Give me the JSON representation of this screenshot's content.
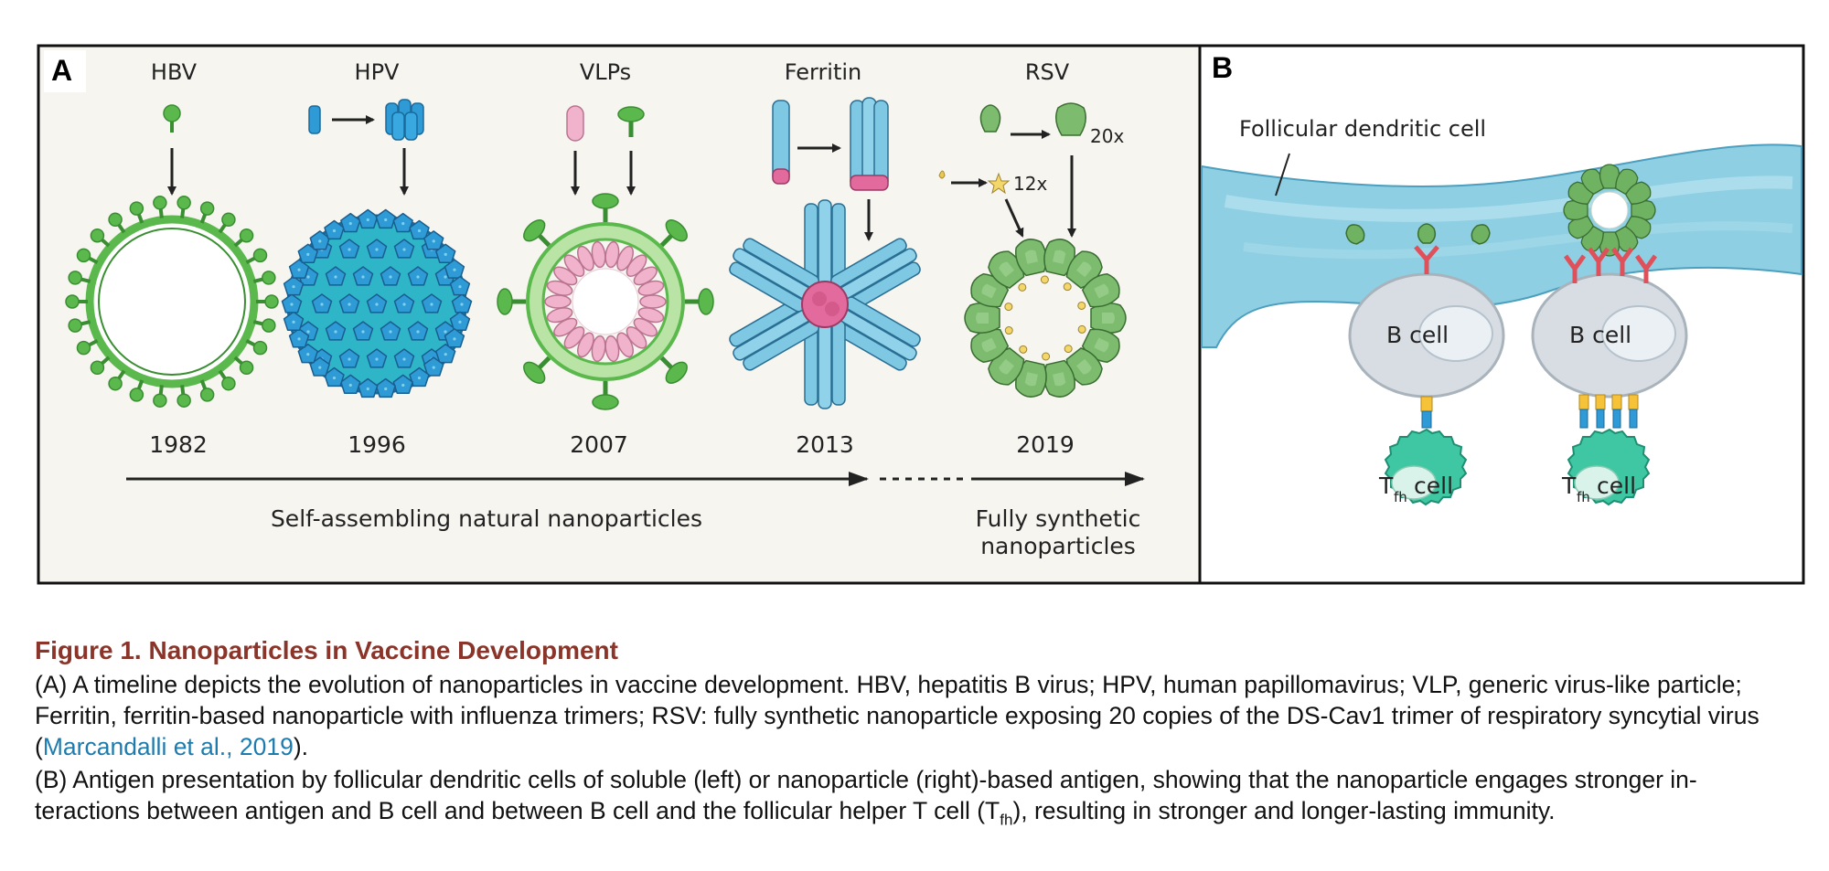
{
  "panelA": {
    "label": "A",
    "items": [
      {
        "name": "HBV",
        "year": "1982"
      },
      {
        "name": "HPV",
        "year": "1996"
      },
      {
        "name": "VLPs",
        "year": "2007"
      },
      {
        "name": "Ferritin",
        "year": "2013"
      },
      {
        "name": "RSV",
        "year": "2019"
      }
    ],
    "multiplier_20": "20x",
    "multiplier_12": "12x",
    "natural_label": "Self-assembling natural nanoparticles",
    "synthetic_label_1": "Fully synthetic",
    "synthetic_label_2": "nanoparticles"
  },
  "panelB": {
    "label": "B",
    "fdc_label": "Follicular dendritic cell",
    "bcell_label": "B cell",
    "tcell_T": "T",
    "tcell_sub": "fh",
    "tcell_word": "cell"
  },
  "caption": {
    "title": "Figure 1.  Nanoparticles in Vaccine Development",
    "a_line1": "(A) A timeline depicts the evolution of nanoparticles in vaccine development. HBV, hepatitis B virus; HPV, human papillomavirus; VLP, generic virus-like particle;",
    "a_line2": "Ferritin, ferritin-based nanoparticle with influenza trimers; RSV: fully synthetic nanoparticle exposing 20 copies of the DS-Cav1 trimer of respiratory syncytial virus",
    "a_line3_open": "(",
    "a_line3_link": "Marcandalli et al., 2019",
    "a_line3_close": ").",
    "b_line1": "(B) Antigen presentation by follicular dendritic cells of soluble (left) or nanoparticle (right)-based antigen, showing that the nanoparticle engages stronger in-",
    "b_line2_pre": "teractions between antigen and B cell and between B cell and the follicular helper T cell (T",
    "b_line2_sub": "fh",
    "b_line2_post": "), resulting in stronger and longer-lasting immunity."
  },
  "colors": {
    "panel_bg": "#F7F5F0",
    "green": "#5BB84C",
    "blue": "#2E9BD6",
    "pink": "#F1B3CB",
    "fdc_blue": "#8FCFE3",
    "bcell_gray": "#D7DDE3",
    "tcell_teal": "#3FC6A2",
    "antibody_red": "#E0505A",
    "caption_title": "#8B3429"
  }
}
